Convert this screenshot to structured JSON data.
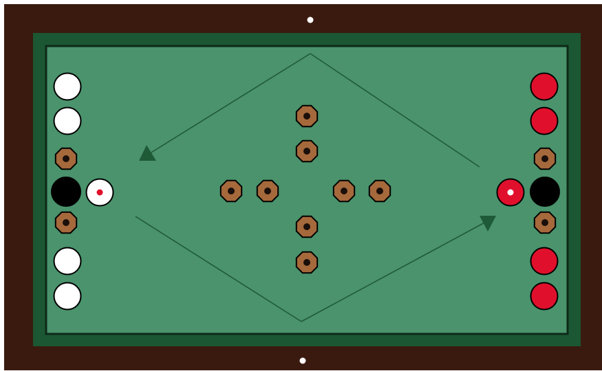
{
  "colors": {
    "frame": "#3a1a0f",
    "cushion": "#1b5732",
    "felt": "#4a936c",
    "guide_line": "#1f5a37",
    "arrow": "#1f5a37",
    "white_piece": "#ffffff",
    "red_piece": "#e0102c",
    "black_piece": "#000000",
    "bumper": "#a5693c",
    "bumper_core": "#1a0f0a",
    "outline": "#000000",
    "marker": "#ffffff"
  },
  "icons": {
    "piece": "circle",
    "bumper": "octagon",
    "arrow": "triangle",
    "marker": "dot"
  },
  "pieces": {
    "white_count": 4,
    "red_count": 4,
    "black_count": 2,
    "white_cue": 1,
    "red_cue": 1
  },
  "bumpers": {
    "center_count": 8,
    "side_count": 4
  }
}
